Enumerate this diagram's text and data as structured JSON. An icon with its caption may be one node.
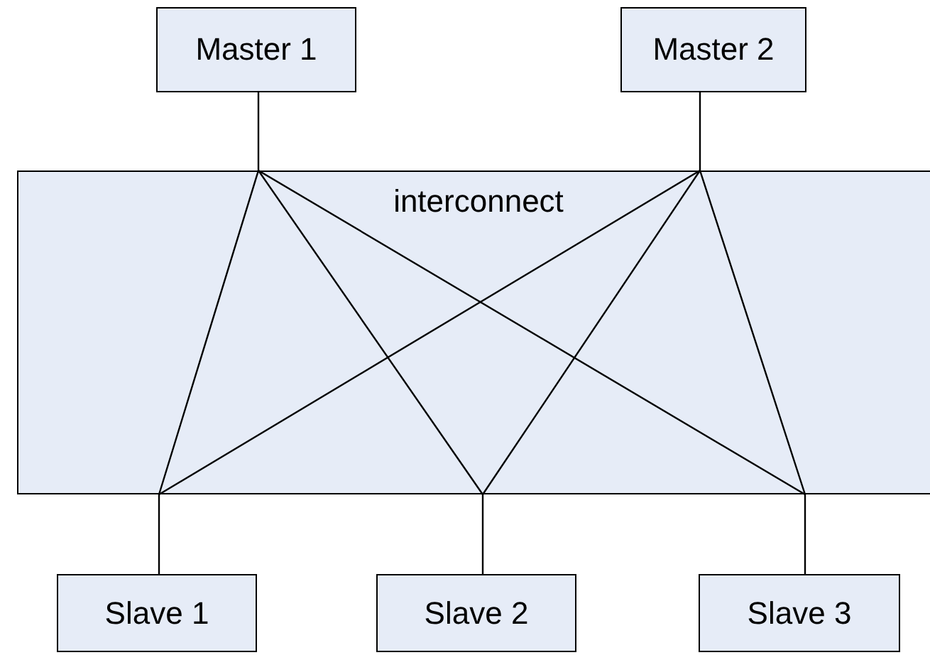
{
  "diagram": {
    "nodes": [
      {
        "text": [
          "Master 1"
        ]
      },
      {
        "text": [
          "Master 2"
        ]
      },
      {
        "text": [
          "interconnect"
        ]
      },
      {
        "text": [
          "Slave 1"
        ]
      },
      {
        "text": [
          "Slave 2"
        ]
      },
      {
        "text": [
          "Slave 3"
        ]
      }
    ],
    "edges": [
      {
        "from": 0,
        "to": 2,
        "arrow": "none"
      },
      {
        "from": 1,
        "to": 2,
        "arrow": "none"
      },
      {
        "from": 2,
        "to": 3,
        "arrow": "none"
      },
      {
        "from": 2,
        "to": 4,
        "arrow": "none"
      },
      {
        "from": 2,
        "to": 5,
        "arrow": "none"
      }
    ]
  }
}
